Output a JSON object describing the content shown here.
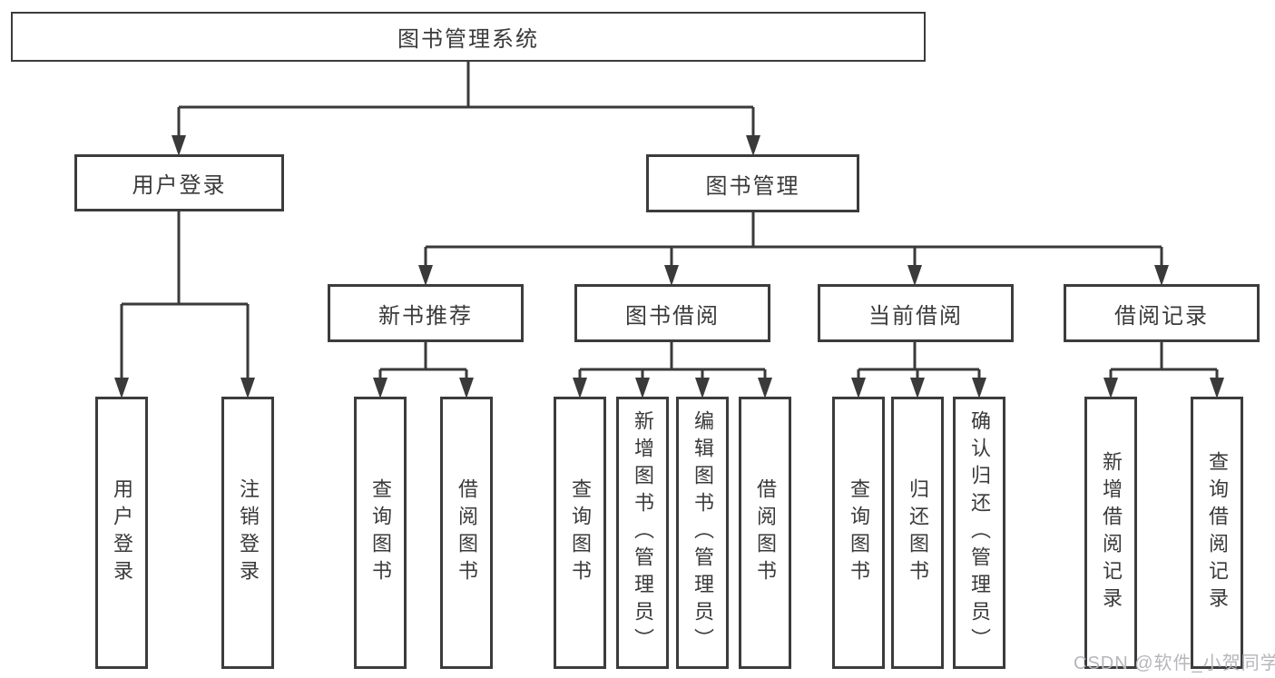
{
  "diagram": {
    "root": {
      "label": "图书管理系统"
    },
    "level2": [
      {
        "id": "user-login",
        "label": "用户登录"
      },
      {
        "id": "book-management",
        "label": "图书管理"
      }
    ],
    "level3": [
      {
        "id": "new-book-recommend",
        "label": "新书推荐"
      },
      {
        "id": "book-borrow",
        "label": "图书借阅"
      },
      {
        "id": "current-borrow",
        "label": "当前借阅"
      },
      {
        "id": "borrow-records",
        "label": "借阅记录"
      }
    ],
    "leaves": [
      {
        "parent": "user-login",
        "label": "用户登录"
      },
      {
        "parent": "user-login",
        "label": "注销登录"
      },
      {
        "parent": "new-book-recommend",
        "label": "查询图书"
      },
      {
        "parent": "new-book-recommend",
        "label": "借阅图书"
      },
      {
        "parent": "book-borrow",
        "label": "查询图书"
      },
      {
        "parent": "book-borrow",
        "label": "新增图书（管理员）"
      },
      {
        "parent": "book-borrow",
        "label": "编辑图书（管理员）"
      },
      {
        "parent": "book-borrow",
        "label": "借阅图书"
      },
      {
        "parent": "current-borrow",
        "label": "查询图书"
      },
      {
        "parent": "current-borrow",
        "label": "归还图书"
      },
      {
        "parent": "current-borrow",
        "label": "确认归还（管理员）"
      },
      {
        "parent": "borrow-records",
        "label": "新增借阅记录"
      },
      {
        "parent": "borrow-records",
        "label": "查询借阅记录"
      }
    ]
  },
  "watermark": {
    "text": "CSDN @软件_小贺同学"
  },
  "colors": {
    "background": "#ffffff",
    "line": "#3a3a3a",
    "box_border": "#3c3c3c",
    "text": "#3a3a3a",
    "watermark_text": "#b6b6bb"
  }
}
